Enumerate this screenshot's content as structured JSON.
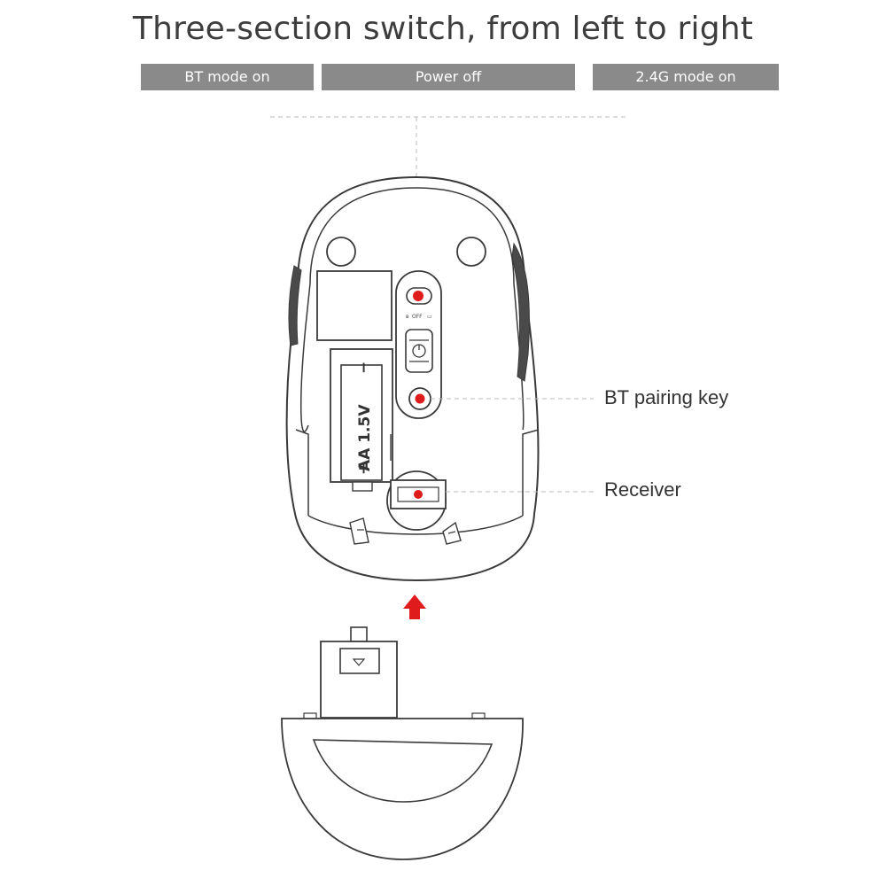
{
  "title": "Three-section switch, from left to right",
  "modes": {
    "bt": "BT mode on",
    "off": "Power off",
    "g24": "2.4G mode on"
  },
  "callouts": {
    "bt_pairing": "BT pairing key",
    "receiver": "Receiver"
  },
  "battery_label": "AA 1.5V",
  "switch_label": "OFF",
  "colors": {
    "accent_red": "#e01b1b",
    "mode_box": "#8a8a8a",
    "line_art": "#3a3a3a"
  },
  "icons": {
    "bluetooth": "bluetooth-icon",
    "power": "power-icon",
    "arrow": "arrow-up-icon"
  }
}
